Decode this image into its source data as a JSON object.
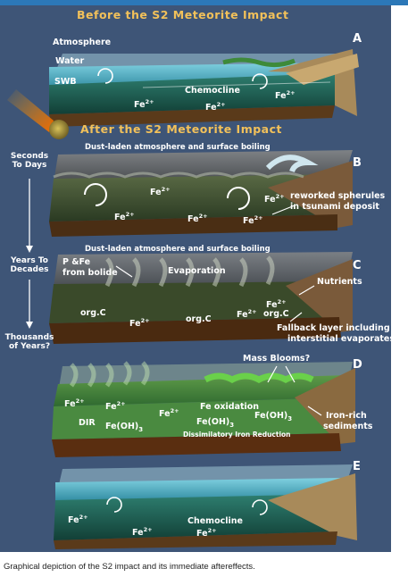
{
  "header_before": "Before the S2 Meteorite Impact",
  "header_after": "After the S2 Meteorite Impact",
  "caption": "Graphical depiction of the S2 impact and its immediate aftereffects.",
  "panels": {
    "A": {
      "letter": "A",
      "atmosphere": "Atmosphere",
      "water": "Water",
      "swb": "SWB",
      "chemocline": "Chemocline",
      "fe_label": "Fe",
      "fe_charge": "2+"
    },
    "B": {
      "letter": "B",
      "title": "Dust-laden atmosphere and surface boiling",
      "spherules_1": "reworked spherules",
      "spherules_2": "in tsunami deposit",
      "fe_label": "Fe",
      "fe_charge": "2+"
    },
    "C": {
      "letter": "C",
      "title": "Dust-laden atmosphere and surface boiling",
      "bolide_1": "P &Fe",
      "bolide_2": "from bolide",
      "evaporation": "Evaporation",
      "nutrients": "Nutrients",
      "orgc": "org.C",
      "fallback_1": "Fallback layer including",
      "fallback_2": "interstitial evaporates",
      "fe_label": "Fe",
      "fe_charge": "2+"
    },
    "D": {
      "letter": "D",
      "mass_blooms": "Mass Blooms?",
      "fe_oxidation": "Fe oxidation",
      "dir": "DIR",
      "feoh": "Fe(OH)",
      "feoh_sub": "3",
      "dissim": "Dissimilatory Iron Reduction",
      "iron_rich_1": "Iron-rich",
      "iron_rich_2": "sediments",
      "fe_label": "Fe",
      "fe_charge": "2+"
    },
    "E": {
      "letter": "E",
      "chemocline": "Chemocline",
      "fe_label": "Fe",
      "fe_charge": "2+"
    }
  },
  "timeline": {
    "t1": "Seconds To Days",
    "t2": "Years To Decades",
    "t3": "Thousands of Years?"
  },
  "colors": {
    "background": "#3e5577",
    "heading": "#f2c15a",
    "water": "#4aa3b8",
    "deep_water": "#1f5a4a",
    "sediment": "#7a5a2a"
  }
}
